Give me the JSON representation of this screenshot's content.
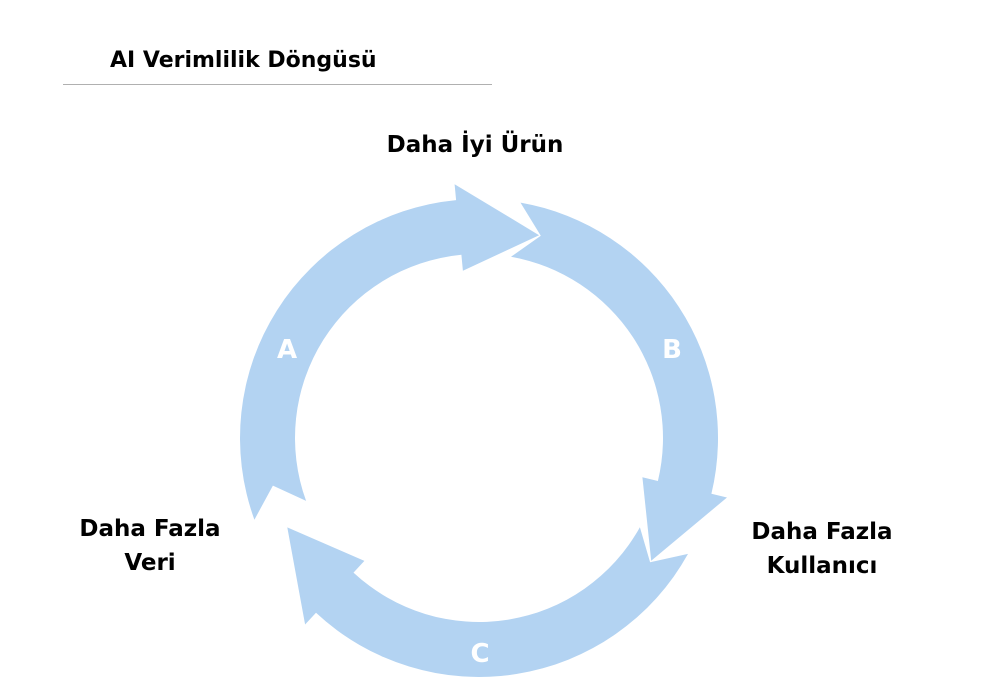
{
  "title": "AI Verimlilik Döngüsü",
  "nodes": {
    "top": "Daha İyi Ürün",
    "right_line1": "Daha Fazla",
    "right_line2": "Kullanıcı",
    "left_line1": "Daha Fazla",
    "left_line2": "Veri"
  },
  "arrows": [
    {
      "label": "A",
      "from": "Daha Fazla Veri",
      "to": "Daha İyi Ürün"
    },
    {
      "label": "B",
      "from": "Daha İyi Ürün",
      "to": "Daha Fazla Kullanıcı"
    },
    {
      "label": "C",
      "from": "Daha Fazla Kullanıcı",
      "to": "Daha Fazla Veri"
    }
  ],
  "colors": {
    "arrow": "#b3d3f2",
    "arrow_label": "#ffffff"
  }
}
